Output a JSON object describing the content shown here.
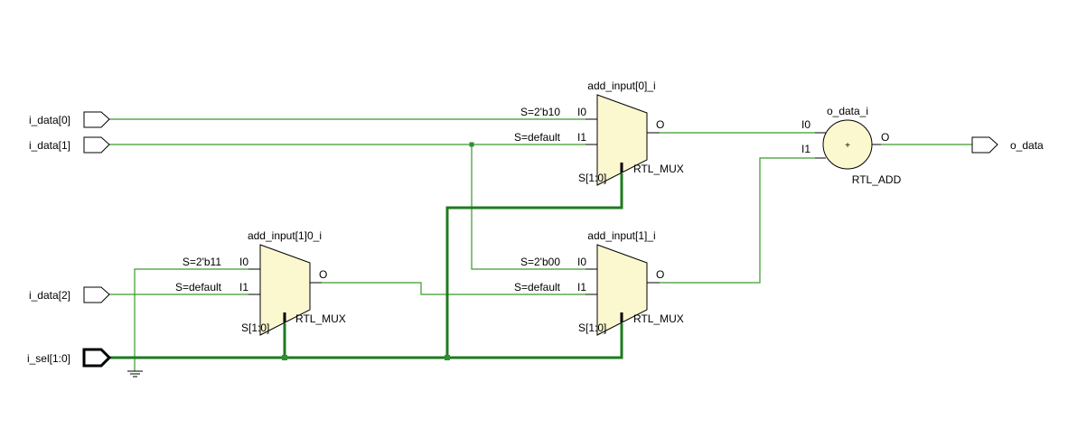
{
  "diagram": {
    "title": "RTL schematic",
    "colors": {
      "wire": "#3a9a2a",
      "bus": "#1f7a1f",
      "cell_fill": "#fbf7cf",
      "outline": "#000000",
      "background": "#ffffff"
    },
    "input_ports": [
      {
        "id": "i_data0",
        "label": "i_data[0]"
      },
      {
        "id": "i_data1",
        "label": "i_data[1]"
      },
      {
        "id": "i_data2",
        "label": "i_data[2]"
      },
      {
        "id": "i_sel",
        "label": "i_sel[1:0]",
        "bus": true
      }
    ],
    "output_ports": [
      {
        "id": "o_data",
        "label": "o_data"
      }
    ],
    "cells": {
      "mux0": {
        "instance": "add_input[0]_i",
        "type": "RTL_MUX",
        "pins": {
          "i0": "I0",
          "i1": "I1",
          "o": "O",
          "s": "S[1:0]"
        },
        "conditions": {
          "i0": "S=2'b10",
          "i1": "S=default"
        }
      },
      "mux1": {
        "instance": "add_input[1]_i",
        "type": "RTL_MUX",
        "pins": {
          "i0": "I0",
          "i1": "I1",
          "o": "O",
          "s": "S[1:0]"
        },
        "conditions": {
          "i0": "S=2'b00",
          "i1": "S=default"
        }
      },
      "mux10": {
        "instance": "add_input[1]0_i",
        "type": "RTL_MUX",
        "pins": {
          "i0": "I0",
          "i1": "I1",
          "o": "O",
          "s": "S[1:0]"
        },
        "conditions": {
          "i0": "S=2'b11",
          "i1": "S=default"
        }
      },
      "adder": {
        "instance": "o_data_i",
        "type": "RTL_ADD",
        "symbol": "+",
        "pins": {
          "i0": "I0",
          "i1": "I1",
          "o": "O"
        }
      }
    },
    "nets": [
      {
        "from": "i_data[0]",
        "to": "add_input[0]_i.I0"
      },
      {
        "from": "i_data[1]",
        "to": [
          "add_input[0]_i.I1",
          "add_input[1]_i.I0"
        ]
      },
      {
        "from": "i_data[2]",
        "to": "add_input[1]0_i.I1"
      },
      {
        "from": "GND",
        "to": "add_input[1]0_i.I0"
      },
      {
        "from": "add_input[1]0_i.O",
        "to": "add_input[1]_i.I1"
      },
      {
        "from": "i_sel[1:0]",
        "to": [
          "add_input[1]0_i.S",
          "add_input[0]_i.S",
          "add_input[1]_i.S"
        ]
      },
      {
        "from": "add_input[0]_i.O",
        "to": "o_data_i.I0"
      },
      {
        "from": "add_input[1]_i.O",
        "to": "o_data_i.I1"
      },
      {
        "from": "o_data_i.O",
        "to": "o_data"
      }
    ]
  }
}
